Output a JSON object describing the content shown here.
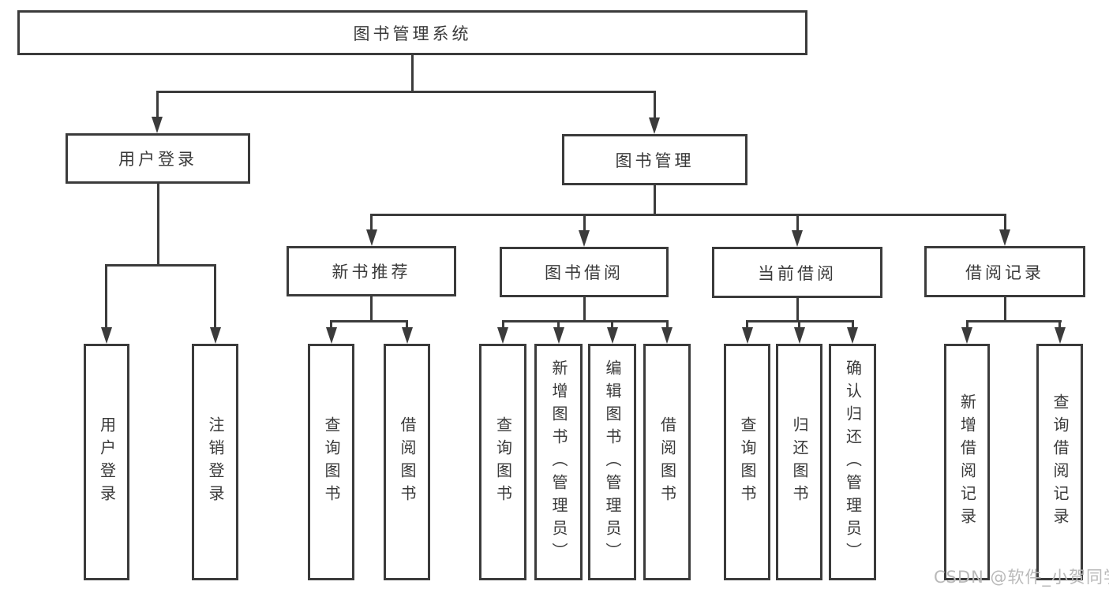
{
  "root": {
    "label": "图书管理系统"
  },
  "branches": {
    "user": {
      "label": "用户登录",
      "children": [
        {
          "label": "用户登录"
        },
        {
          "label": "注销登录"
        }
      ]
    },
    "management": {
      "label": "图书管理",
      "sections": {
        "recommend": {
          "label": "新书推荐",
          "children": [
            {
              "label": "查询图书"
            },
            {
              "label": "借阅图书"
            }
          ]
        },
        "borrow": {
          "label": "图书借阅",
          "children": [
            {
              "label": "查询图书"
            },
            {
              "label": "新增图书（管理员）"
            },
            {
              "label": "编辑图书（管理员）"
            },
            {
              "label": "借阅图书"
            }
          ]
        },
        "current": {
          "label": "当前借阅",
          "children": [
            {
              "label": "查询图书"
            },
            {
              "label": "归还图书"
            },
            {
              "label": "确认归还（管理员）"
            }
          ]
        },
        "records": {
          "label": "借阅记录",
          "children": [
            {
              "label": "新增借阅记录"
            },
            {
              "label": "查询借阅记录"
            }
          ]
        }
      }
    }
  },
  "watermark": {
    "text": "CSDN @软件_小贺同学"
  },
  "colors": {
    "line": "#3b3b3b",
    "text": "#3a3a3a",
    "watermark": "#b9b9b9",
    "background": "#ffffff"
  }
}
